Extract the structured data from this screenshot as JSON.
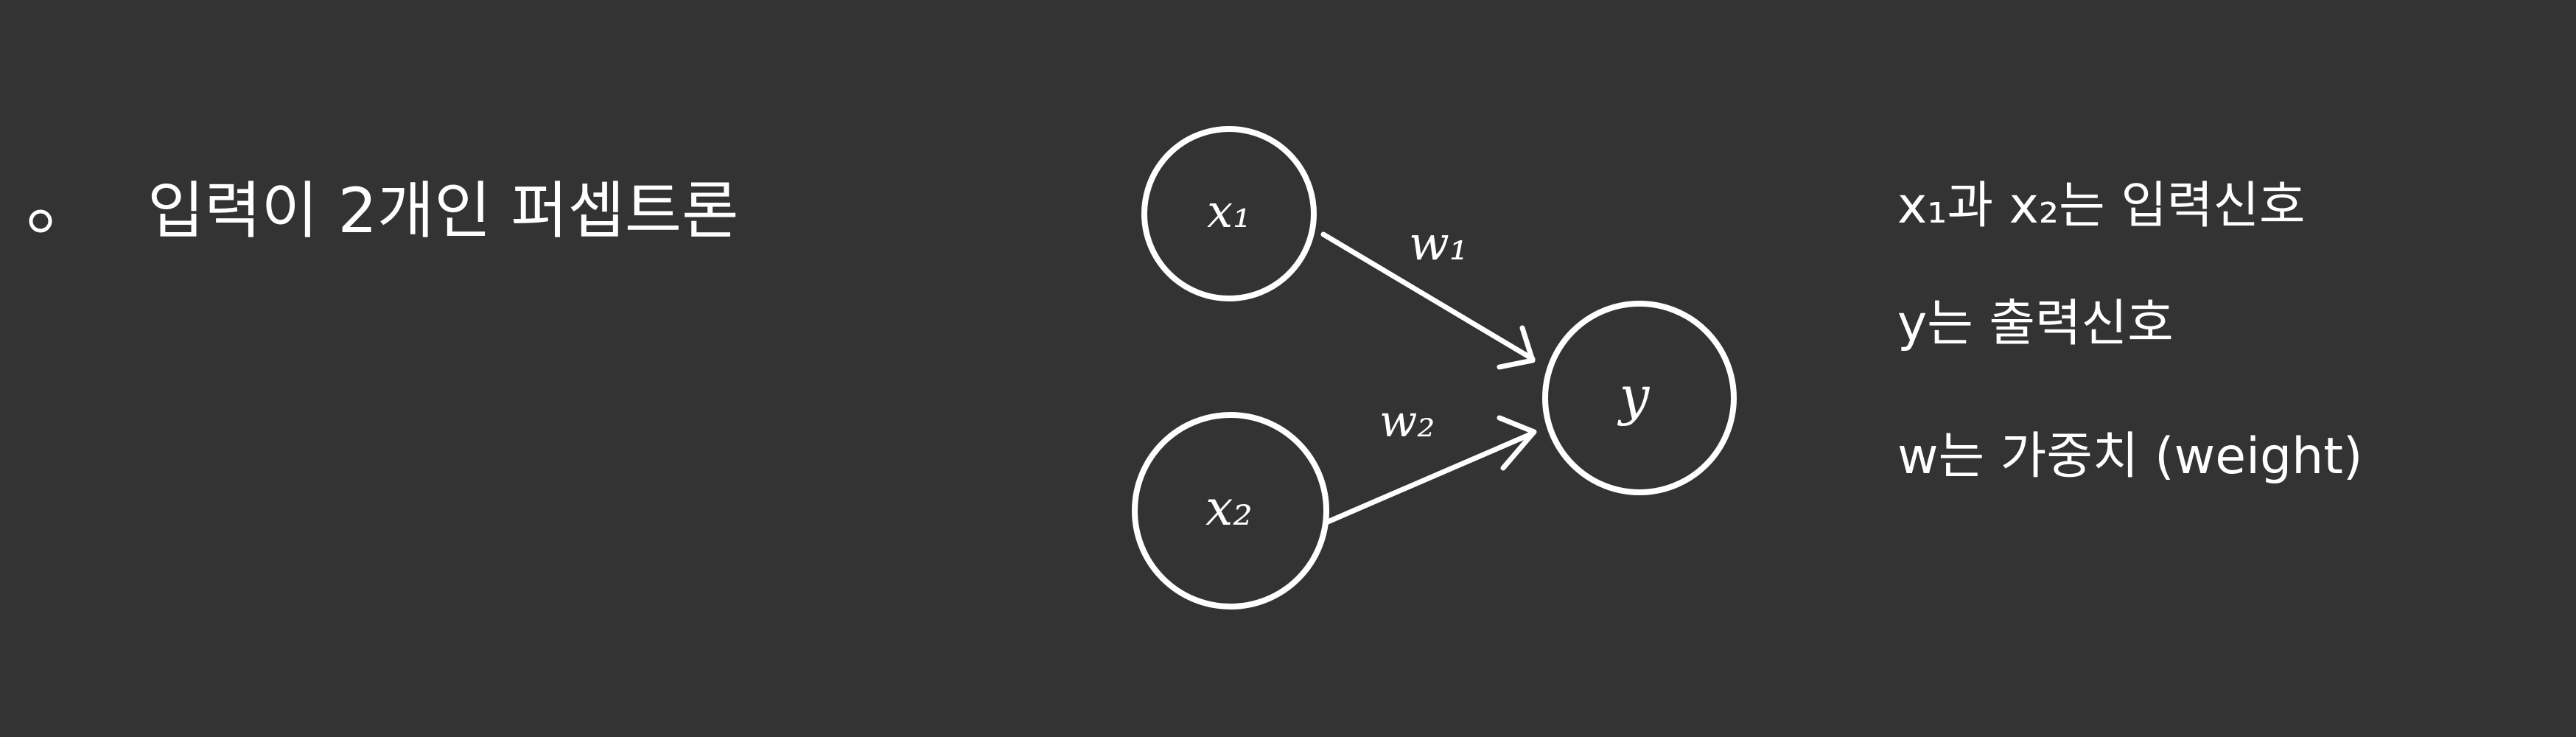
{
  "colors": {
    "background": "#333333",
    "ink": "#ffffff"
  },
  "heading": {
    "bullet_icon": "small-circle-bullet",
    "text": "입력이 2개인 퍼셉트론"
  },
  "nodes": {
    "input_1": "x₁",
    "input_2": "x₂",
    "output": "y"
  },
  "weights": {
    "w1": "w₁",
    "w2": "w₂"
  },
  "notes": [
    "x₁과 x₂는 입력신호",
    "y는 출력신호",
    "w는 가중치 (weight)"
  ]
}
